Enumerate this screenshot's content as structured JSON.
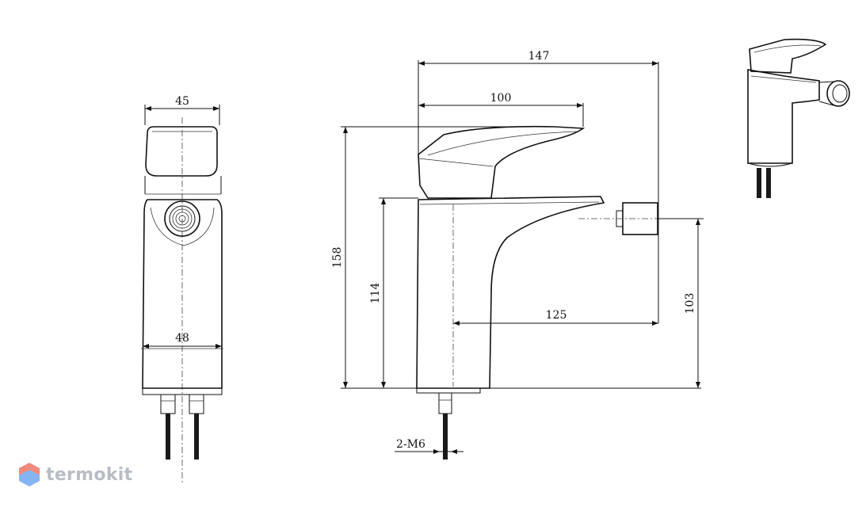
{
  "dimensions": {
    "front_top_width": "45",
    "front_body_width": "48",
    "side_total_length": "147",
    "side_lever_length": "100",
    "side_total_height": "158",
    "side_body_height": "114",
    "side_spout_reach": "125",
    "side_spout_height": "103",
    "thread": "2-M6"
  },
  "brand": {
    "name": "termokit",
    "color": "#b8bcc4",
    "logo_colors": [
      "#f08a7c",
      "#6ea8f0"
    ]
  }
}
